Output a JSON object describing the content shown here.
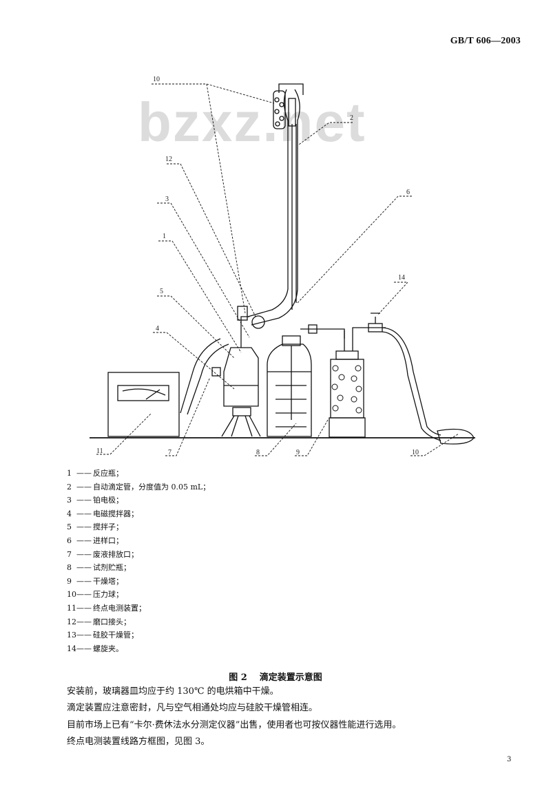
{
  "header": {
    "standard_code": "GB/T 606—2003"
  },
  "watermark": "bzxz.net",
  "figure": {
    "callouts": [
      "10",
      "2",
      "12",
      "3",
      "6",
      "1",
      "5",
      "4",
      "14",
      "11",
      "7",
      "8",
      "9",
      "10"
    ],
    "caption_number": "图 2",
    "caption_title": "滴定装置示意图"
  },
  "legend": [
    {
      "num": "1",
      "sep": "——",
      "text": "反应瓶；"
    },
    {
      "num": "2",
      "sep": "——",
      "text": "自动滴定管，分度值为 0.05 mL；"
    },
    {
      "num": "3",
      "sep": "——",
      "text": "铂电极；"
    },
    {
      "num": "4",
      "sep": "——",
      "text": "电磁搅拌器；"
    },
    {
      "num": "5",
      "sep": "——",
      "text": "搅拌子；"
    },
    {
      "num": "6",
      "sep": "——",
      "text": "进样口；"
    },
    {
      "num": "7",
      "sep": "——",
      "text": "废液排放口；"
    },
    {
      "num": "8",
      "sep": "——",
      "text": "试剂贮瓶；"
    },
    {
      "num": "9",
      "sep": "——",
      "text": "干燥塔；"
    },
    {
      "num": "10",
      "sep": "——",
      "text": "压力球；"
    },
    {
      "num": "11",
      "sep": "——",
      "text": "终点电测装置；"
    },
    {
      "num": "12",
      "sep": "——",
      "text": "磨口接头；"
    },
    {
      "num": "13",
      "sep": "——",
      "text": "硅胶干燥管；"
    },
    {
      "num": "14",
      "sep": "——",
      "text": "螺旋夹。"
    }
  ],
  "paragraphs": [
    "安装前，玻璃器皿均应于约 130℃ 的电烘箱中干燥。",
    "滴定装置应注意密封，凡与空气相通处均应与硅胶干燥管相连。",
    "目前市场上已有“卡尔·费休法水分测定仪器”出售，使用者也可按仪器性能进行选用。",
    "终点电测装置线路方框图，见图 3。"
  ],
  "footer": {
    "page_number": "3"
  }
}
